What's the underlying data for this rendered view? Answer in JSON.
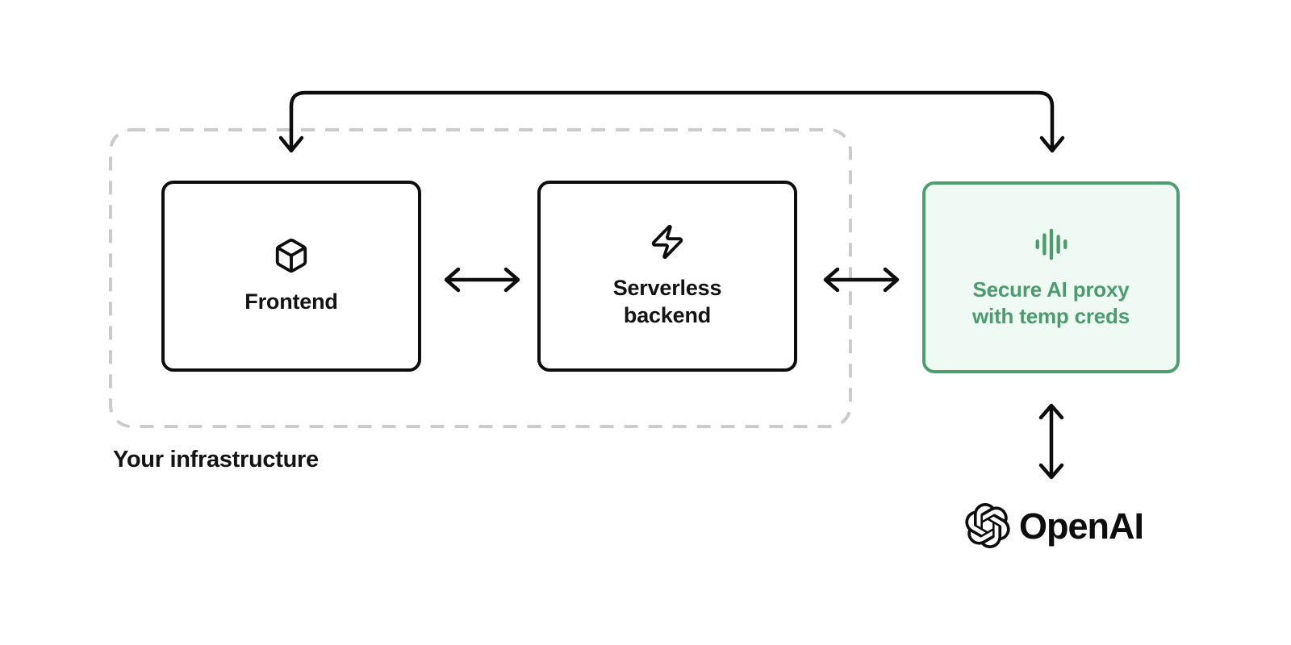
{
  "infrastructure": {
    "label": "Your infrastructure",
    "nodes": [
      {
        "id": "frontend",
        "label": "Frontend",
        "icon": "box-icon"
      },
      {
        "id": "serverless-backend",
        "label": "Serverless backend",
        "icon": "zap-icon"
      }
    ]
  },
  "proxy": {
    "id": "secure-ai-proxy",
    "label": "Secure AI proxy with temp creds",
    "icon": "audio-lines-icon"
  },
  "openai": {
    "id": "openai",
    "label": "OpenAI",
    "icon": "openai-logo-icon"
  },
  "connections": [
    {
      "from": "frontend",
      "to": "serverless-backend",
      "style": "bidirectional-horizontal"
    },
    {
      "from": "serverless-backend",
      "to": "secure-ai-proxy",
      "style": "bidirectional-horizontal"
    },
    {
      "from": "frontend",
      "to": "secure-ai-proxy",
      "style": "bidirectional-over-top"
    },
    {
      "from": "secure-ai-proxy",
      "to": "openai",
      "style": "bidirectional-vertical"
    }
  ],
  "colors": {
    "line_black": "#0d0d0d",
    "text_black": "#131313",
    "dashed_gray": "#cbcbcb",
    "accent_green": "#4f9e72",
    "accent_green_bg": "#f0faf4",
    "accent_green_text": "#4a9c6c"
  }
}
